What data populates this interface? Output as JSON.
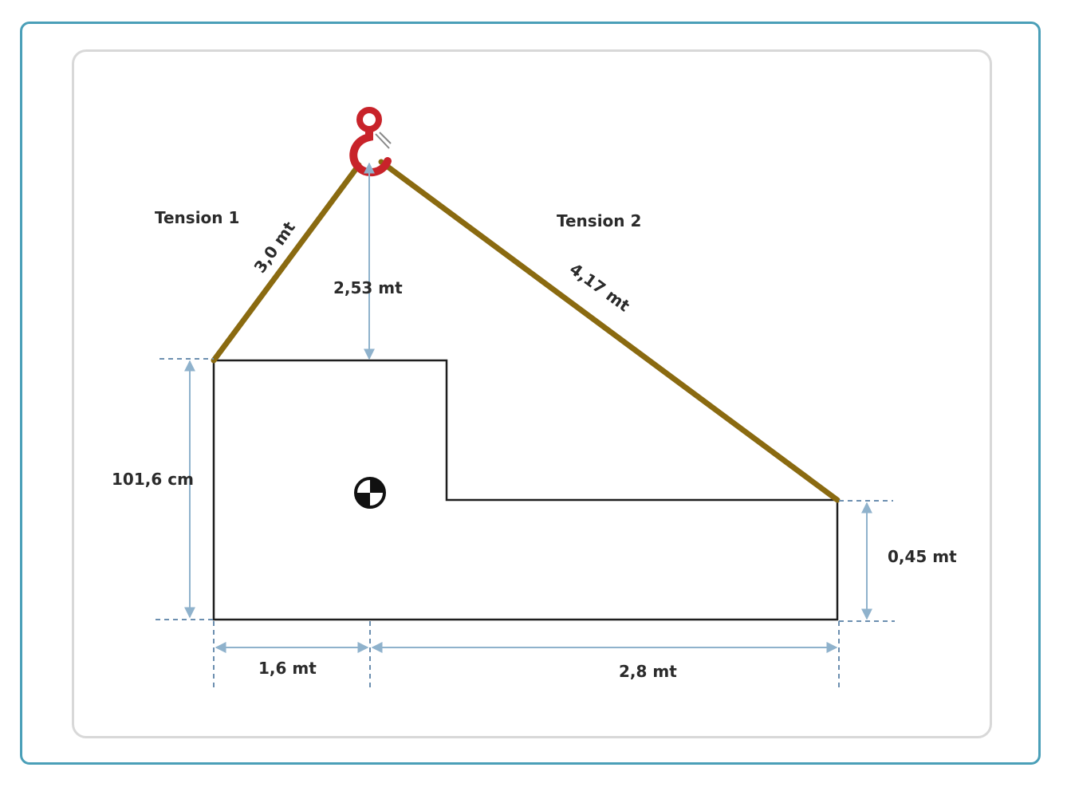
{
  "labels": {
    "tension1": "Tension 1",
    "tension2": "Tension 2",
    "sling1_length": "3,0 mt",
    "sling2_length": "4,17 mt",
    "hook_height": "2,53 mt",
    "left_height": "101,6 cm",
    "right_height": "0,45 mt",
    "bottom_left_width": "1,6 mt",
    "bottom_right_width": "2,8 mt"
  },
  "colors": {
    "frame": "#4a9fb8",
    "panel_border": "#d8d8d8",
    "sling": "#8a6a10",
    "hook": "#c8232a",
    "dimension_line": "#8fb2cc",
    "outline": "#1e1e1e"
  },
  "icons": {
    "hook": "crane-hook-icon",
    "center_of_gravity": "center-of-gravity-icon"
  }
}
